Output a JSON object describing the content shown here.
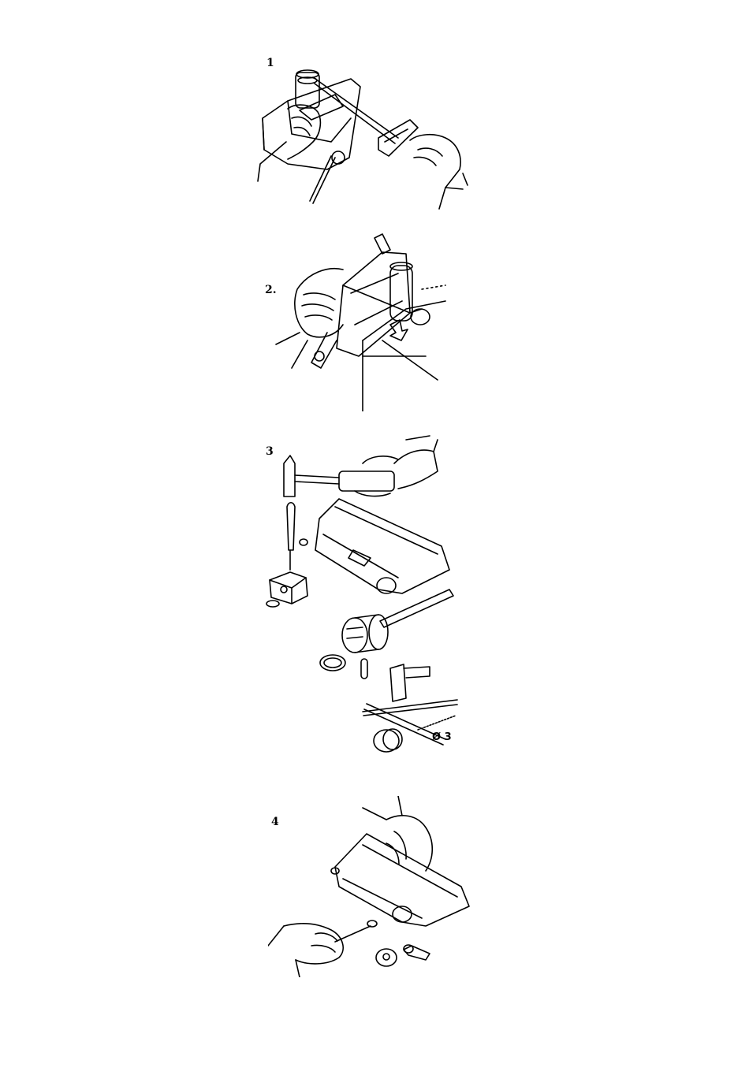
{
  "steps": [
    {
      "label": "1"
    },
    {
      "label": "2."
    },
    {
      "label": "3"
    },
    {
      "label": "4"
    }
  ],
  "figure3": {
    "dimension_label": "Ø 3"
  }
}
